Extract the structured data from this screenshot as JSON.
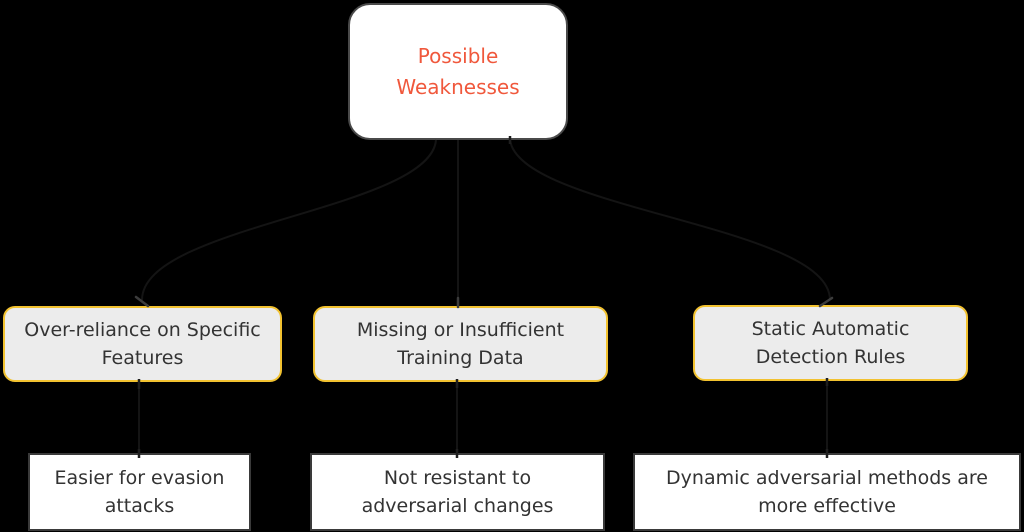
{
  "diagram": {
    "type": "flowchart",
    "colors": {
      "background": "#000000",
      "root_fill": "#FFFFFF",
      "root_border": "#4A4A4A",
      "root_text": "#F0583C",
      "cause_fill": "#ECECEC",
      "cause_border": "#F2C230",
      "cause_text": "#333333",
      "effect_fill": "#FFFFFF",
      "effect_border": "#3A3A3A",
      "effect_text": "#333333",
      "edge_line": "#141414",
      "arrowhead": "#3C3C3C"
    },
    "root": {
      "label": "Possible Weaknesses",
      "lines": [
        "Possible",
        "Weaknesses"
      ]
    },
    "causes": [
      {
        "label": "Over-reliance on Specific Features",
        "lines": [
          "Over-reliance on Specific",
          "Features"
        ]
      },
      {
        "label": "Missing or Insufficient Training Data",
        "lines": [
          "Missing or Insufficient",
          "Training Data"
        ]
      },
      {
        "label": "Static Automatic Detection Rules",
        "lines": [
          "Static Automatic",
          "Detection Rules"
        ]
      }
    ],
    "effects": [
      {
        "label": "Easier for evasion attacks",
        "lines": [
          "Easier for evasion",
          "attacks"
        ]
      },
      {
        "label": "Not resistant to adversarial changes",
        "lines": [
          "Not resistant to",
          "adversarial changes"
        ]
      },
      {
        "label": "Dynamic adversarial methods are more effective",
        "lines": [
          "Dynamic adversarial methods are",
          "more effective"
        ]
      }
    ],
    "edges": [
      {
        "from": "Possible Weaknesses",
        "to": "Over-reliance on Specific Features"
      },
      {
        "from": "Possible Weaknesses",
        "to": "Missing or Insufficient Training Data"
      },
      {
        "from": "Possible Weaknesses",
        "to": "Static Automatic Detection Rules"
      },
      {
        "from": "Over-reliance on Specific Features",
        "to": "Easier for evasion attacks"
      },
      {
        "from": "Missing or Insufficient Training Data",
        "to": "Not resistant to adversarial changes"
      },
      {
        "from": "Static Automatic Detection Rules",
        "to": "Dynamic adversarial methods are more effective"
      }
    ]
  }
}
